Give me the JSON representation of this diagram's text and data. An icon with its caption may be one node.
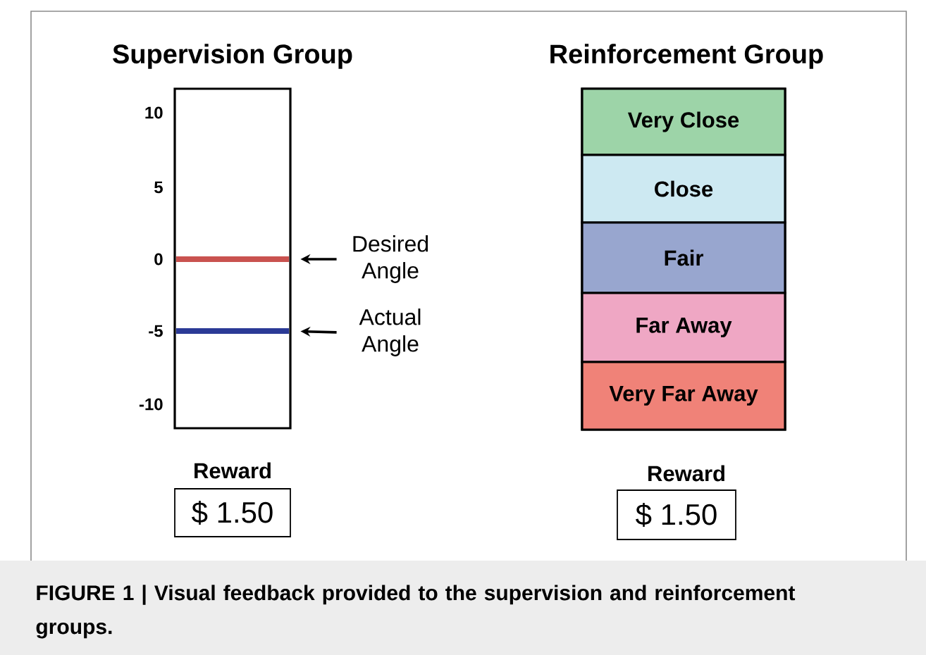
{
  "diagram": {
    "caption": "FIGURE 1 | Visual feedback provided to the supervision and reinforcement groups.",
    "nodes": [
      {
        "text": [
          "Supervision Group"
        ]
      },
      {
        "text": [],
        "shape": "bar",
        "in": 0
      },
      {
        "text": [],
        "shape": "bar",
        "in": 0
      },
      {
        "text": [
          "Desired Angle"
        ]
      },
      {
        "text": [
          "Actual Angle"
        ]
      },
      {
        "text": [
          "Reward",
          "$ 1.50"
        ]
      },
      {
        "text": [
          "Reinforcement Group"
        ]
      },
      {
        "text": [
          "Very Close"
        ],
        "in": 6
      },
      {
        "text": [
          "Close"
        ],
        "in": 6
      },
      {
        "text": [
          "Fair"
        ],
        "in": 6
      },
      {
        "text": [
          "Far Away"
        ],
        "in": 6
      },
      {
        "text": [
          "Very Far Away"
        ],
        "in": 6
      },
      {
        "text": [
          "Reward",
          "$ 1.50"
        ]
      }
    ],
    "edges": [
      {
        "from": 3,
        "to": 1,
        "arrow": "to"
      },
      {
        "from": 4,
        "to": 2,
        "arrow": "to"
      }
    ],
    "labels": [
      "10",
      "5",
      "0",
      "-5",
      "-10"
    ]
  }
}
